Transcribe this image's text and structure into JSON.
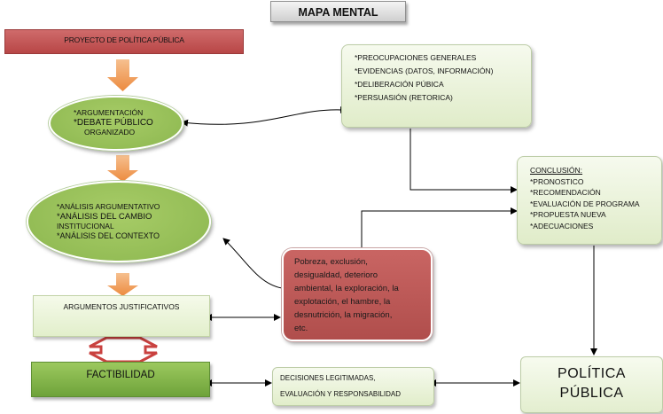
{
  "title": "MAPA MENTAL",
  "proyecto": "PROYECTO DE POLÍTICA PÚBLICA",
  "argumentacion": [
    "*ARGUMENTACIÓN",
    "*DEBATE PÚBLICO",
    "ORGANIZADO"
  ],
  "analisis": [
    "*ANÁLISIS ARGUMENTATIVO",
    "*ANÁLISIS DEL CAMBIO",
    "INSTITUCIONAL",
    "*ANÁLISIS DEL CONTEXTO"
  ],
  "argumentos": "ARGUMENTOS JUSTIFICATIVOS",
  "factibilidad": "FACTIBILIDAD",
  "preocupaciones": [
    "*PREOCUPACIONES GENERALES",
    "*EVIDENCIAS  (DATOS, INFORMACIÓN)",
    "*DELIBERACIÓN PÚBICA",
    "*PERSUASIÓN (RETORICA)"
  ],
  "conclusion": {
    "heading": "CONCLUSIÓN:",
    "items": [
      "*PRONOSTICO",
      "*RECOMENDACIÓN",
      "*EVALUACIÓN DE PROGRAMA",
      "*PROPUESTA NUEVA",
      "*ADECUACIONES"
    ]
  },
  "problemas": [
    "Pobreza, exclusión,",
    "desigualdad, deterioro",
    "ambiental, la exploración, la",
    "explotación,  el hambre, la",
    "desnutrición, la migración,",
    "etc."
  ],
  "decisiones": [
    "DECISIONES LEGITIMADAS,",
    "EVALUACIÓN Y RESPONSABILIDAD"
  ],
  "politica": [
    "POLÍTICA",
    "PÚBLICA"
  ]
}
